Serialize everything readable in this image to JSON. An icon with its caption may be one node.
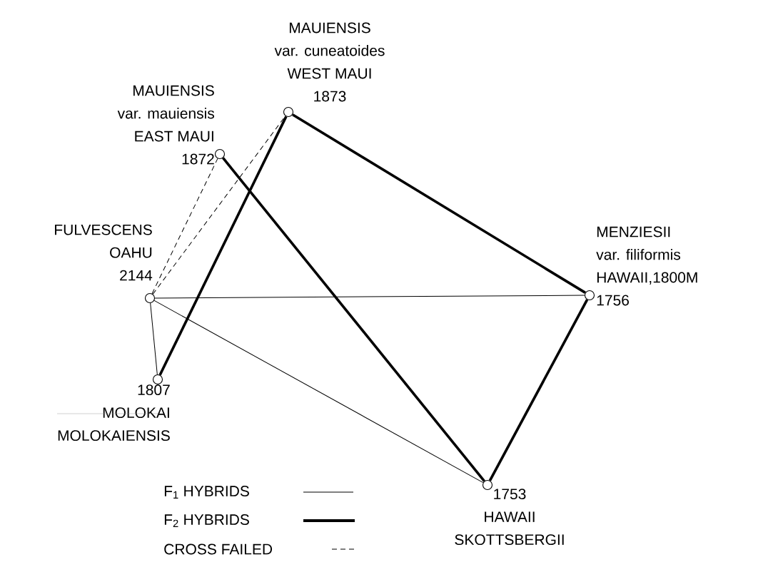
{
  "diagram": {
    "nodes": [
      {
        "text": [],
        "shape": "circle",
        "beside": [
          "MAUIENSIS",
          "var. cuneatoides",
          "WEST MAUI",
          "1873"
        ]
      },
      {
        "text": [],
        "shape": "circle",
        "beside": [
          "MAUIENSIS",
          "var. mauiensis",
          "EAST MAUI",
          "1872"
        ]
      },
      {
        "text": [],
        "shape": "circle",
        "beside": [
          "FULVESCENS",
          "OAHU",
          "2144"
        ]
      },
      {
        "text": [],
        "shape": "circle",
        "beside": [
          "MENZIESII",
          "var. filiformis",
          "HAWAII,1800M",
          "1756"
        ]
      },
      {
        "text": [],
        "shape": "circle",
        "beside": [
          "1807",
          "MOLOKAI",
          "MOLOKAIENSIS"
        ]
      },
      {
        "text": [],
        "shape": "circle",
        "beside": [
          "1753",
          "HAWAII",
          "SKOTTSBERGII"
        ]
      }
    ],
    "edges": [
      {
        "from": 0,
        "to": 3,
        "arrow": "none",
        "style": "thick"
      },
      {
        "from": 0,
        "to": 4,
        "arrow": "none",
        "style": "thick"
      },
      {
        "from": 1,
        "to": 5,
        "arrow": "none",
        "style": "thick"
      },
      {
        "from": 3,
        "to": 5,
        "arrow": "none",
        "style": "thick"
      },
      {
        "from": 2,
        "to": 3,
        "arrow": "none"
      },
      {
        "from": 2,
        "to": 4,
        "arrow": "none"
      },
      {
        "from": 2,
        "to": 5,
        "arrow": "none"
      },
      {
        "from": 2,
        "to": 1,
        "arrow": "none",
        "style": "dashed"
      },
      {
        "from": 2,
        "to": 0,
        "arrow": "none",
        "style": "dashed"
      }
    ],
    "legend": [
      {
        "text": "F$_{1}$ HYBRIDS"
      },
      {
        "text": "F$_{2}$ HYBRIDS"
      },
      {
        "text": "CROSS FAILED"
      }
    ]
  }
}
